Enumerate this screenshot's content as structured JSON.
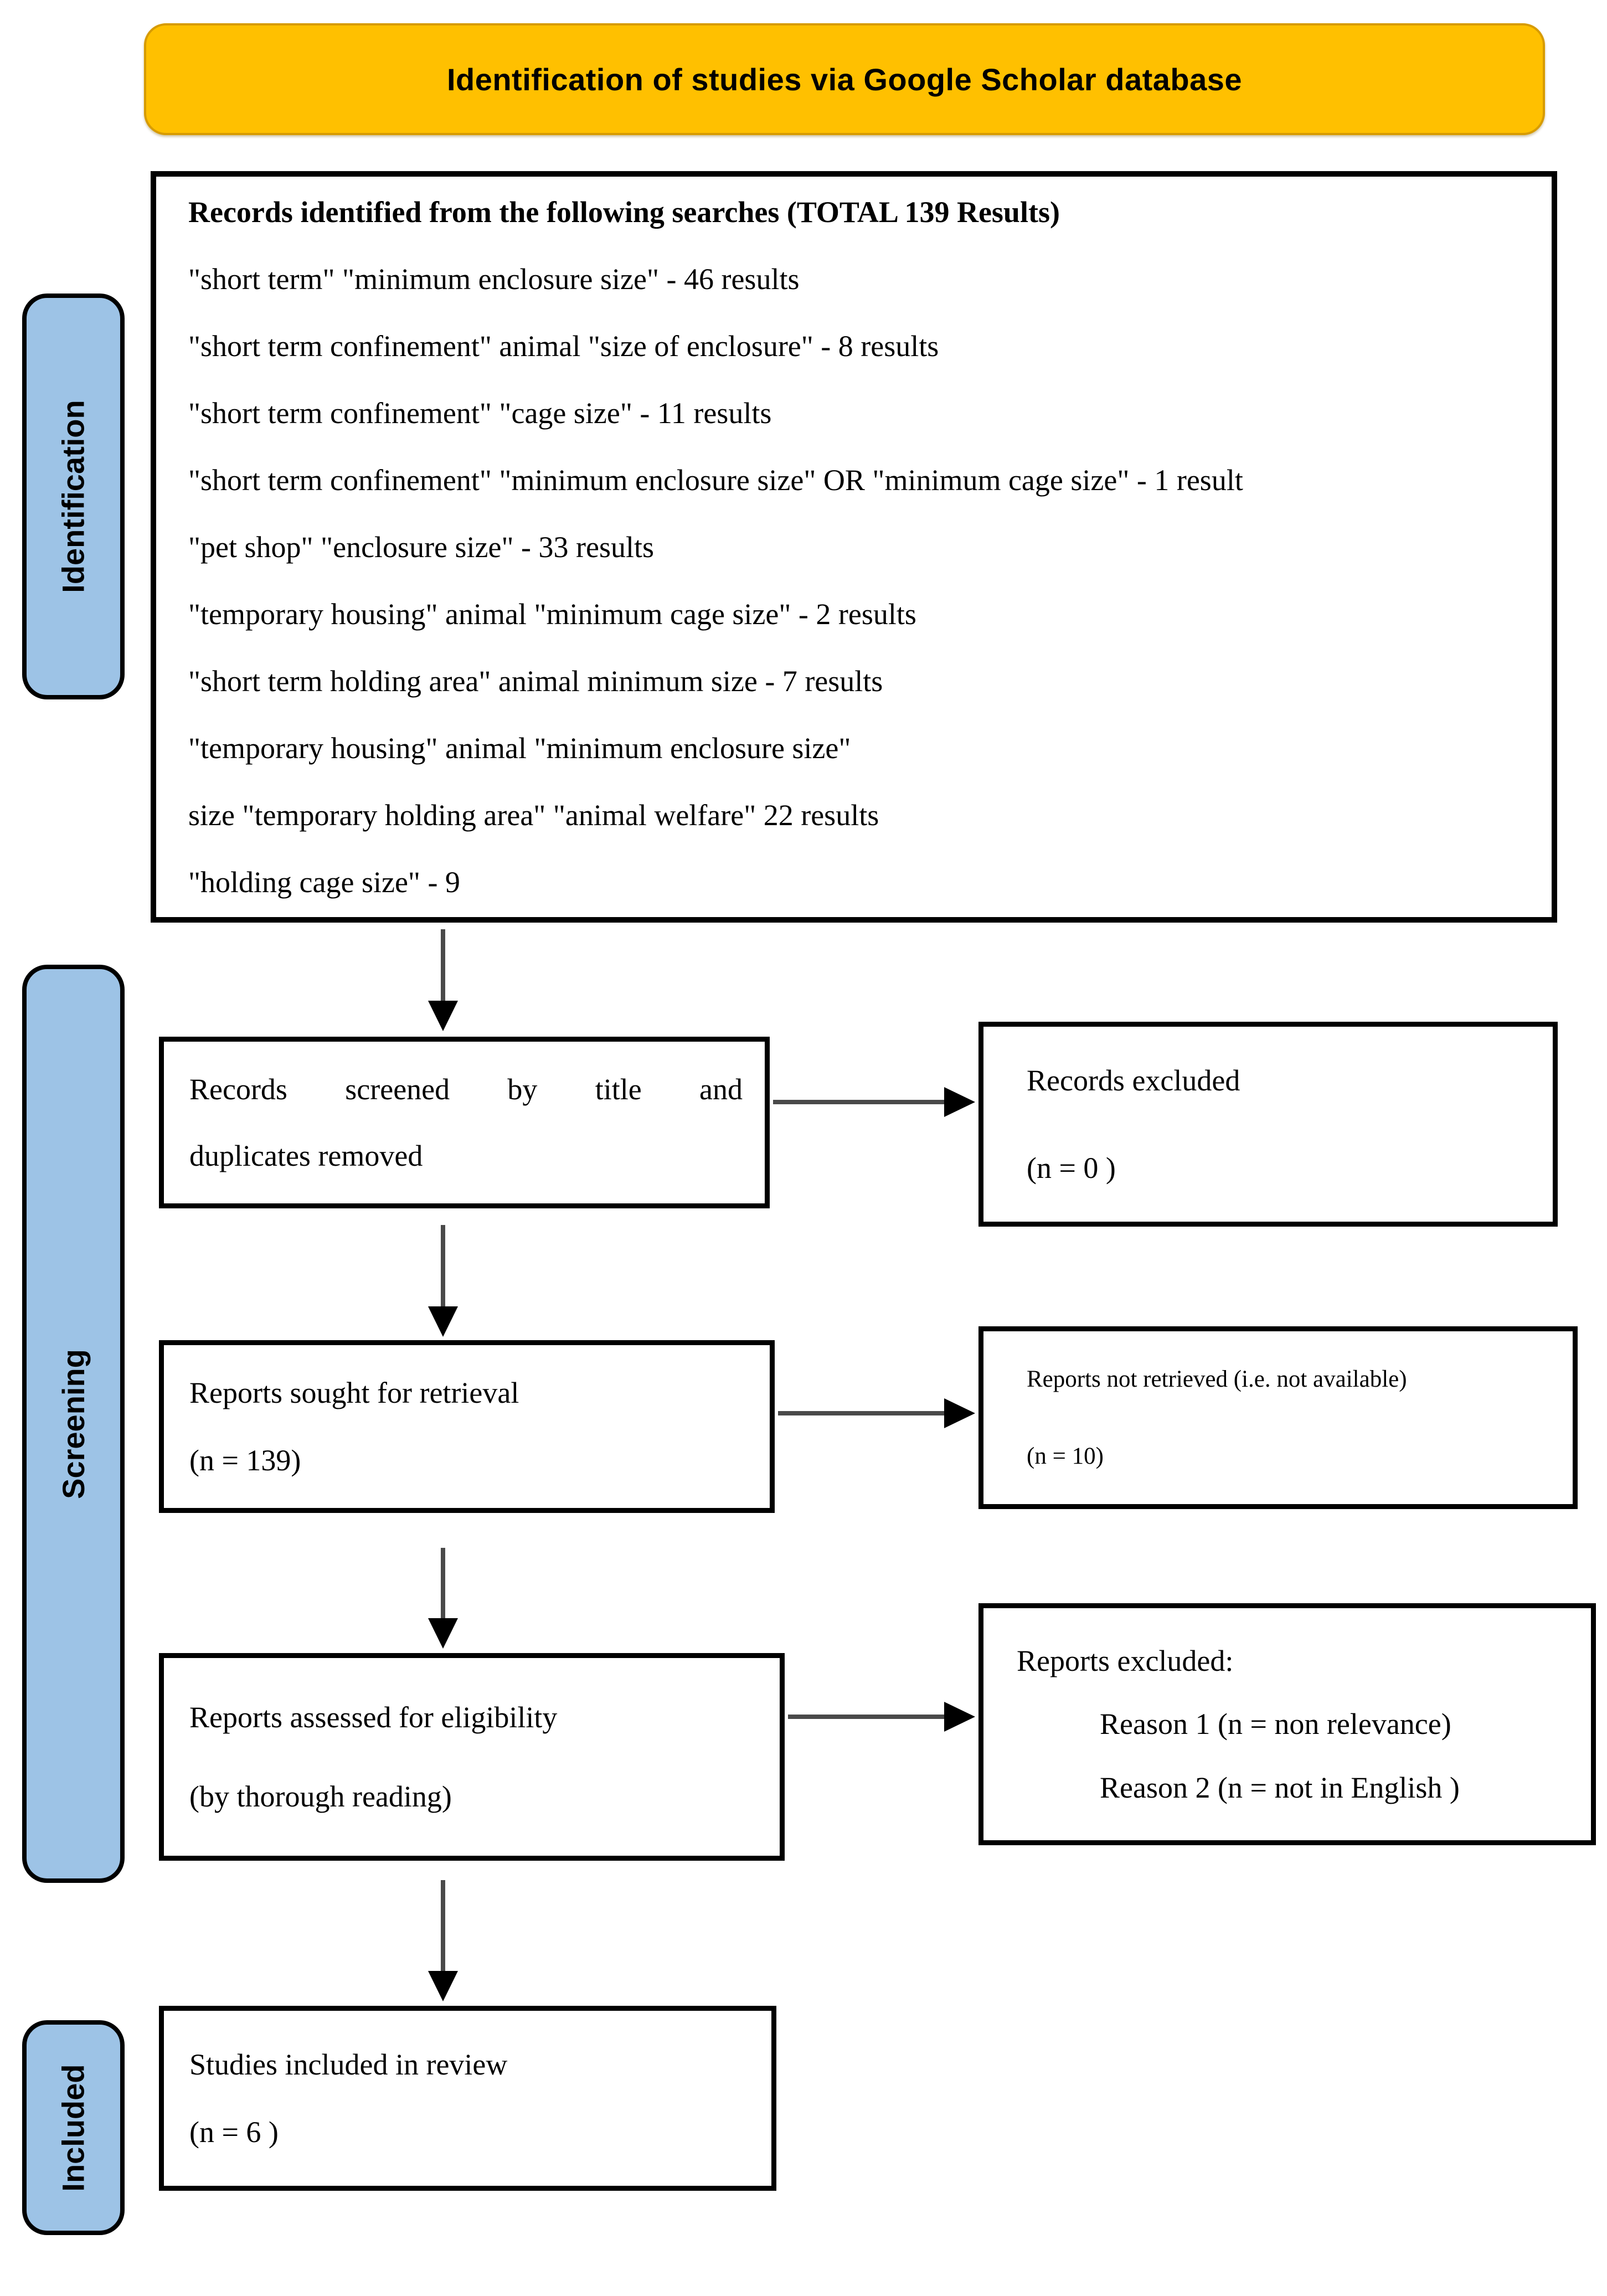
{
  "banner": {
    "title": "Identification of studies via Google Scholar database"
  },
  "sidebar": {
    "identification": "Identification",
    "screening": "Screening",
    "included": "Included"
  },
  "identification": {
    "heading": "Records identified from the following searches (TOTAL 139 Results)",
    "searches": [
      "\"short term\" \"minimum enclosure size\" - 46 results",
      "\"short term confinement\" animal \"size of enclosure\" - 8 results",
      "\"short term confinement\" \"cage size\" - 11 results",
      "\"short term confinement\" \"minimum enclosure size\" OR \"minimum cage size\" - 1 result",
      "\"pet shop\" \"enclosure size\" - 33 results",
      "\"temporary housing\" animal \"minimum cage size\" - 2 results",
      "\"short term holding area\" animal minimum size - 7 results",
      "\"temporary housing\" animal \"minimum enclosure size\"",
      "size \"temporary holding area\" \"animal welfare\" 22 results",
      "\"holding cage size\" - 9"
    ]
  },
  "screening": {
    "screened": {
      "line1": "Records screened by title and",
      "line2": "duplicates removed"
    },
    "records_excluded": {
      "line1": "Records excluded",
      "line2": "(n = 0 )"
    },
    "sought": {
      "line1": "Reports sought for retrieval",
      "line2": "(n = 139)"
    },
    "not_retrieved": {
      "line1": "Reports not retrieved (i.e. not available)",
      "line2": "(n = 10)"
    },
    "assessed": {
      "line1": "Reports assessed for eligibility",
      "line2": "(by thorough reading)"
    },
    "reports_excluded": {
      "title": "Reports excluded:",
      "reason1": "Reason 1 (n = non relevance)",
      "reason2": "Reason 2 (n = not in English )"
    }
  },
  "included": {
    "studies": {
      "line1": "Studies included in review",
      "line2": "(n = 6 )"
    }
  },
  "colors": {
    "banner_fill": "#FFC000",
    "sidebar_fill": "#9DC3E6",
    "box_border": "#000000",
    "arrow_shaft": "#4a4a4a",
    "arrow_head": "#000000"
  }
}
